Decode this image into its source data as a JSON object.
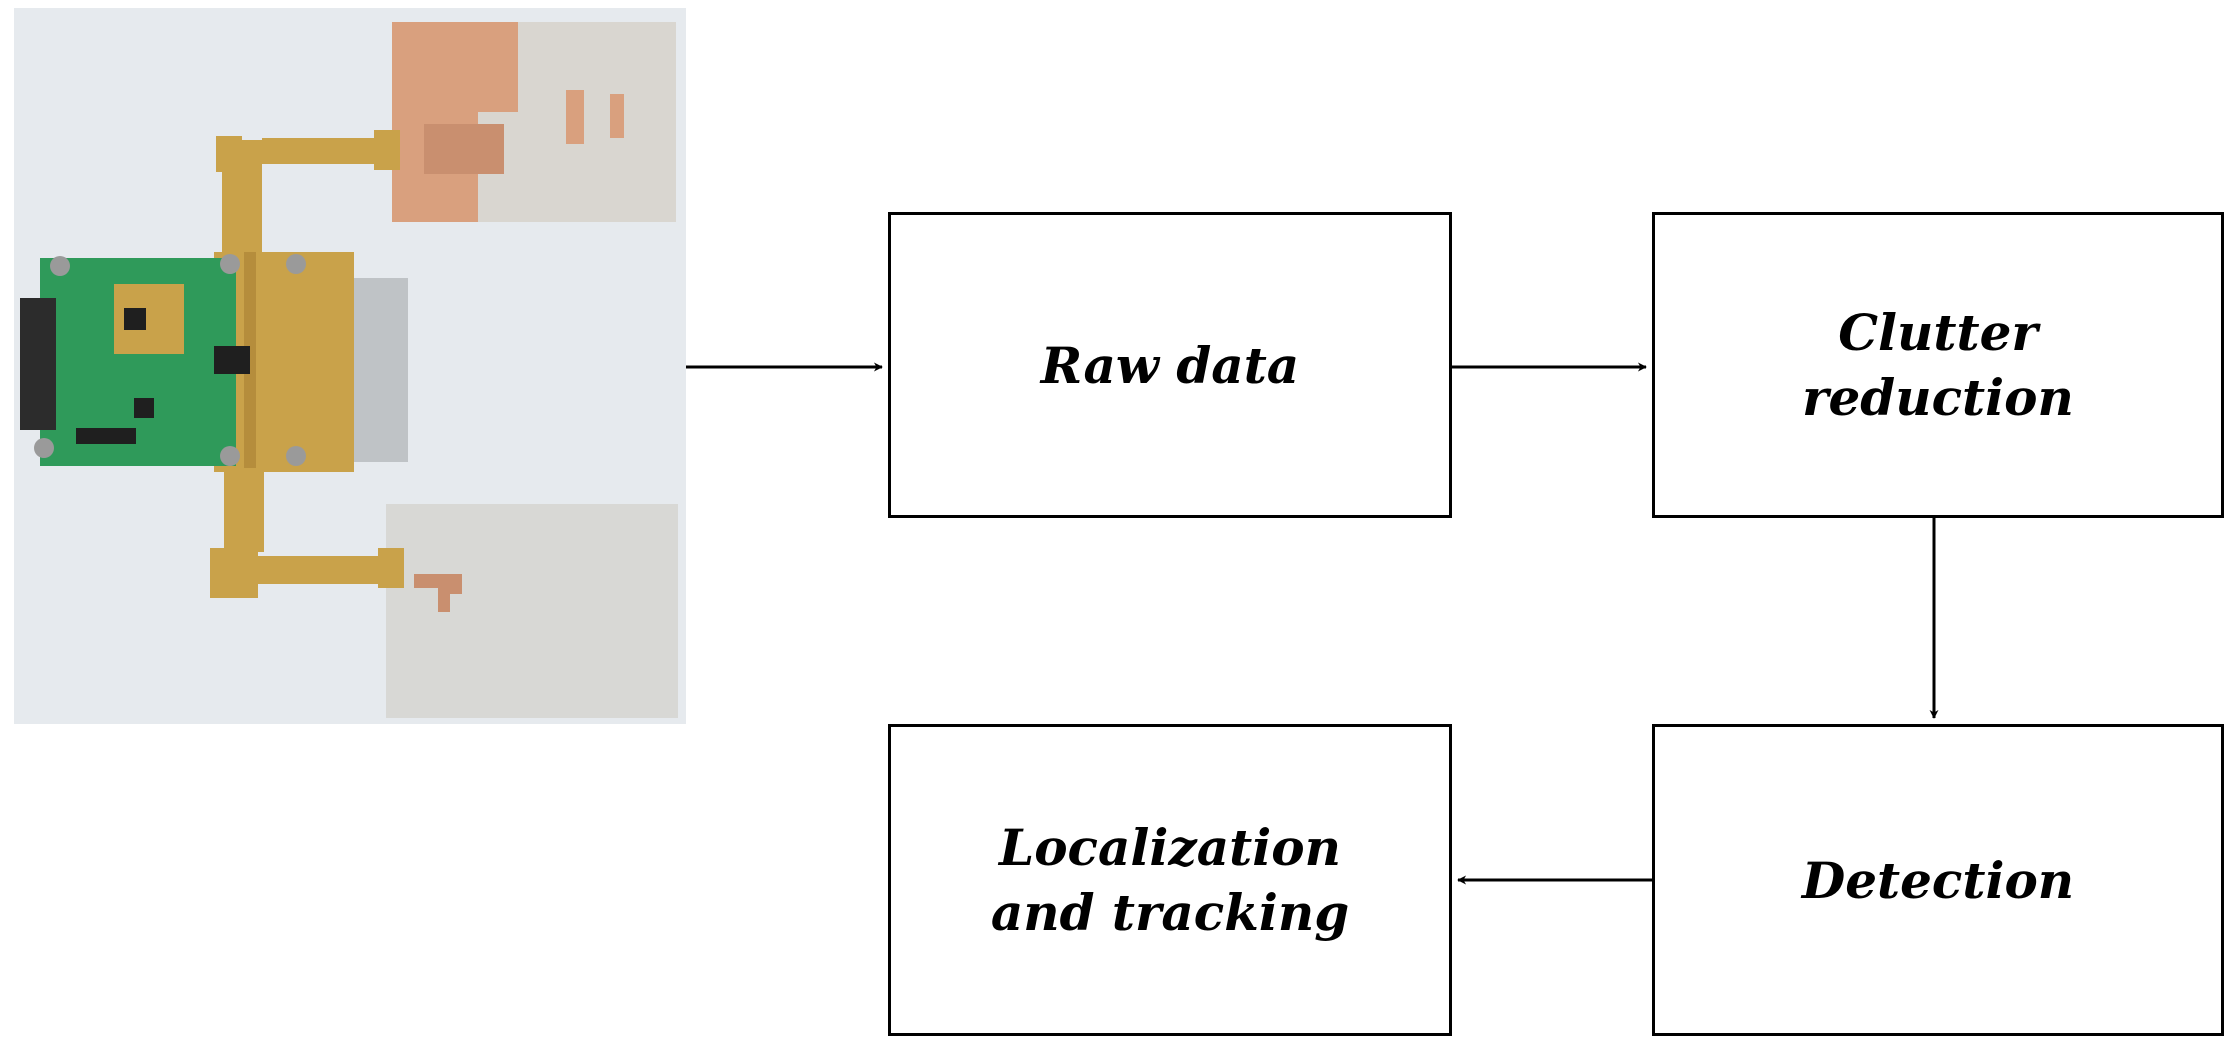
{
  "boxes": {
    "raw_data": "Raw data",
    "clutter_reduction": "Clutter reduction",
    "detection": "Detection",
    "localization_tracking": "Localization and tracking"
  },
  "colors": {
    "background_photo": "#e8ecef",
    "pcb_green": "#2f9a5a",
    "gold": "#c9a24a",
    "copper_antenna": "#d9a07e",
    "silver_antenna": "#d6d6d3",
    "line": "#000000"
  }
}
